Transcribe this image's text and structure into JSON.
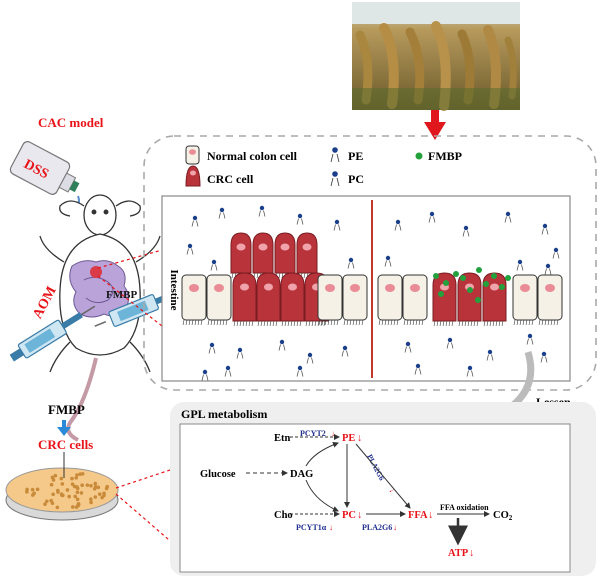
{
  "labels": {
    "cac_model": "CAC model",
    "dss": "DSS",
    "aom": "AOM",
    "fmbp_mouse": "FMBP",
    "fmbp_cells": "FMBP",
    "crc_cells": "CRC cells",
    "intestine": "Intestine",
    "lessen": "Lessen"
  },
  "legend": {
    "normal": "Normal colon cell",
    "crc": "CRC cell",
    "pe": "PE",
    "pc": "PC",
    "fmbp": "FMBP"
  },
  "gpl": {
    "title": "GPL metabolism",
    "nodes": {
      "etn": "Etn",
      "pe": "PE",
      "glucose": "Glucose",
      "dag": "DAG",
      "cho": "Cho",
      "pc": "PC",
      "ffa": "FFA",
      "ffa_oxidation": "FFA oxidation",
      "co2": "CO",
      "co2_sub": "2",
      "atp": "ATP"
    },
    "enzymes": {
      "pcyt2": "PCYT2",
      "pcyt1a": "PCYT1α",
      "pla2g6_diag": "PLA2G6",
      "pla2g6": "PLA2G6"
    },
    "down_arrow": "↓"
  },
  "colors": {
    "red_text": "#e8141a",
    "enzyme_blue": "#1f2f8f",
    "crc_cell": "#b8333a",
    "normal_cell": "#f5f1e6",
    "fmbp_dot": "#22a13d",
    "pe_dot": "#1b3f8a",
    "dashed_frame": "#a9a9a9",
    "gpl_bg": "#efefef"
  }
}
